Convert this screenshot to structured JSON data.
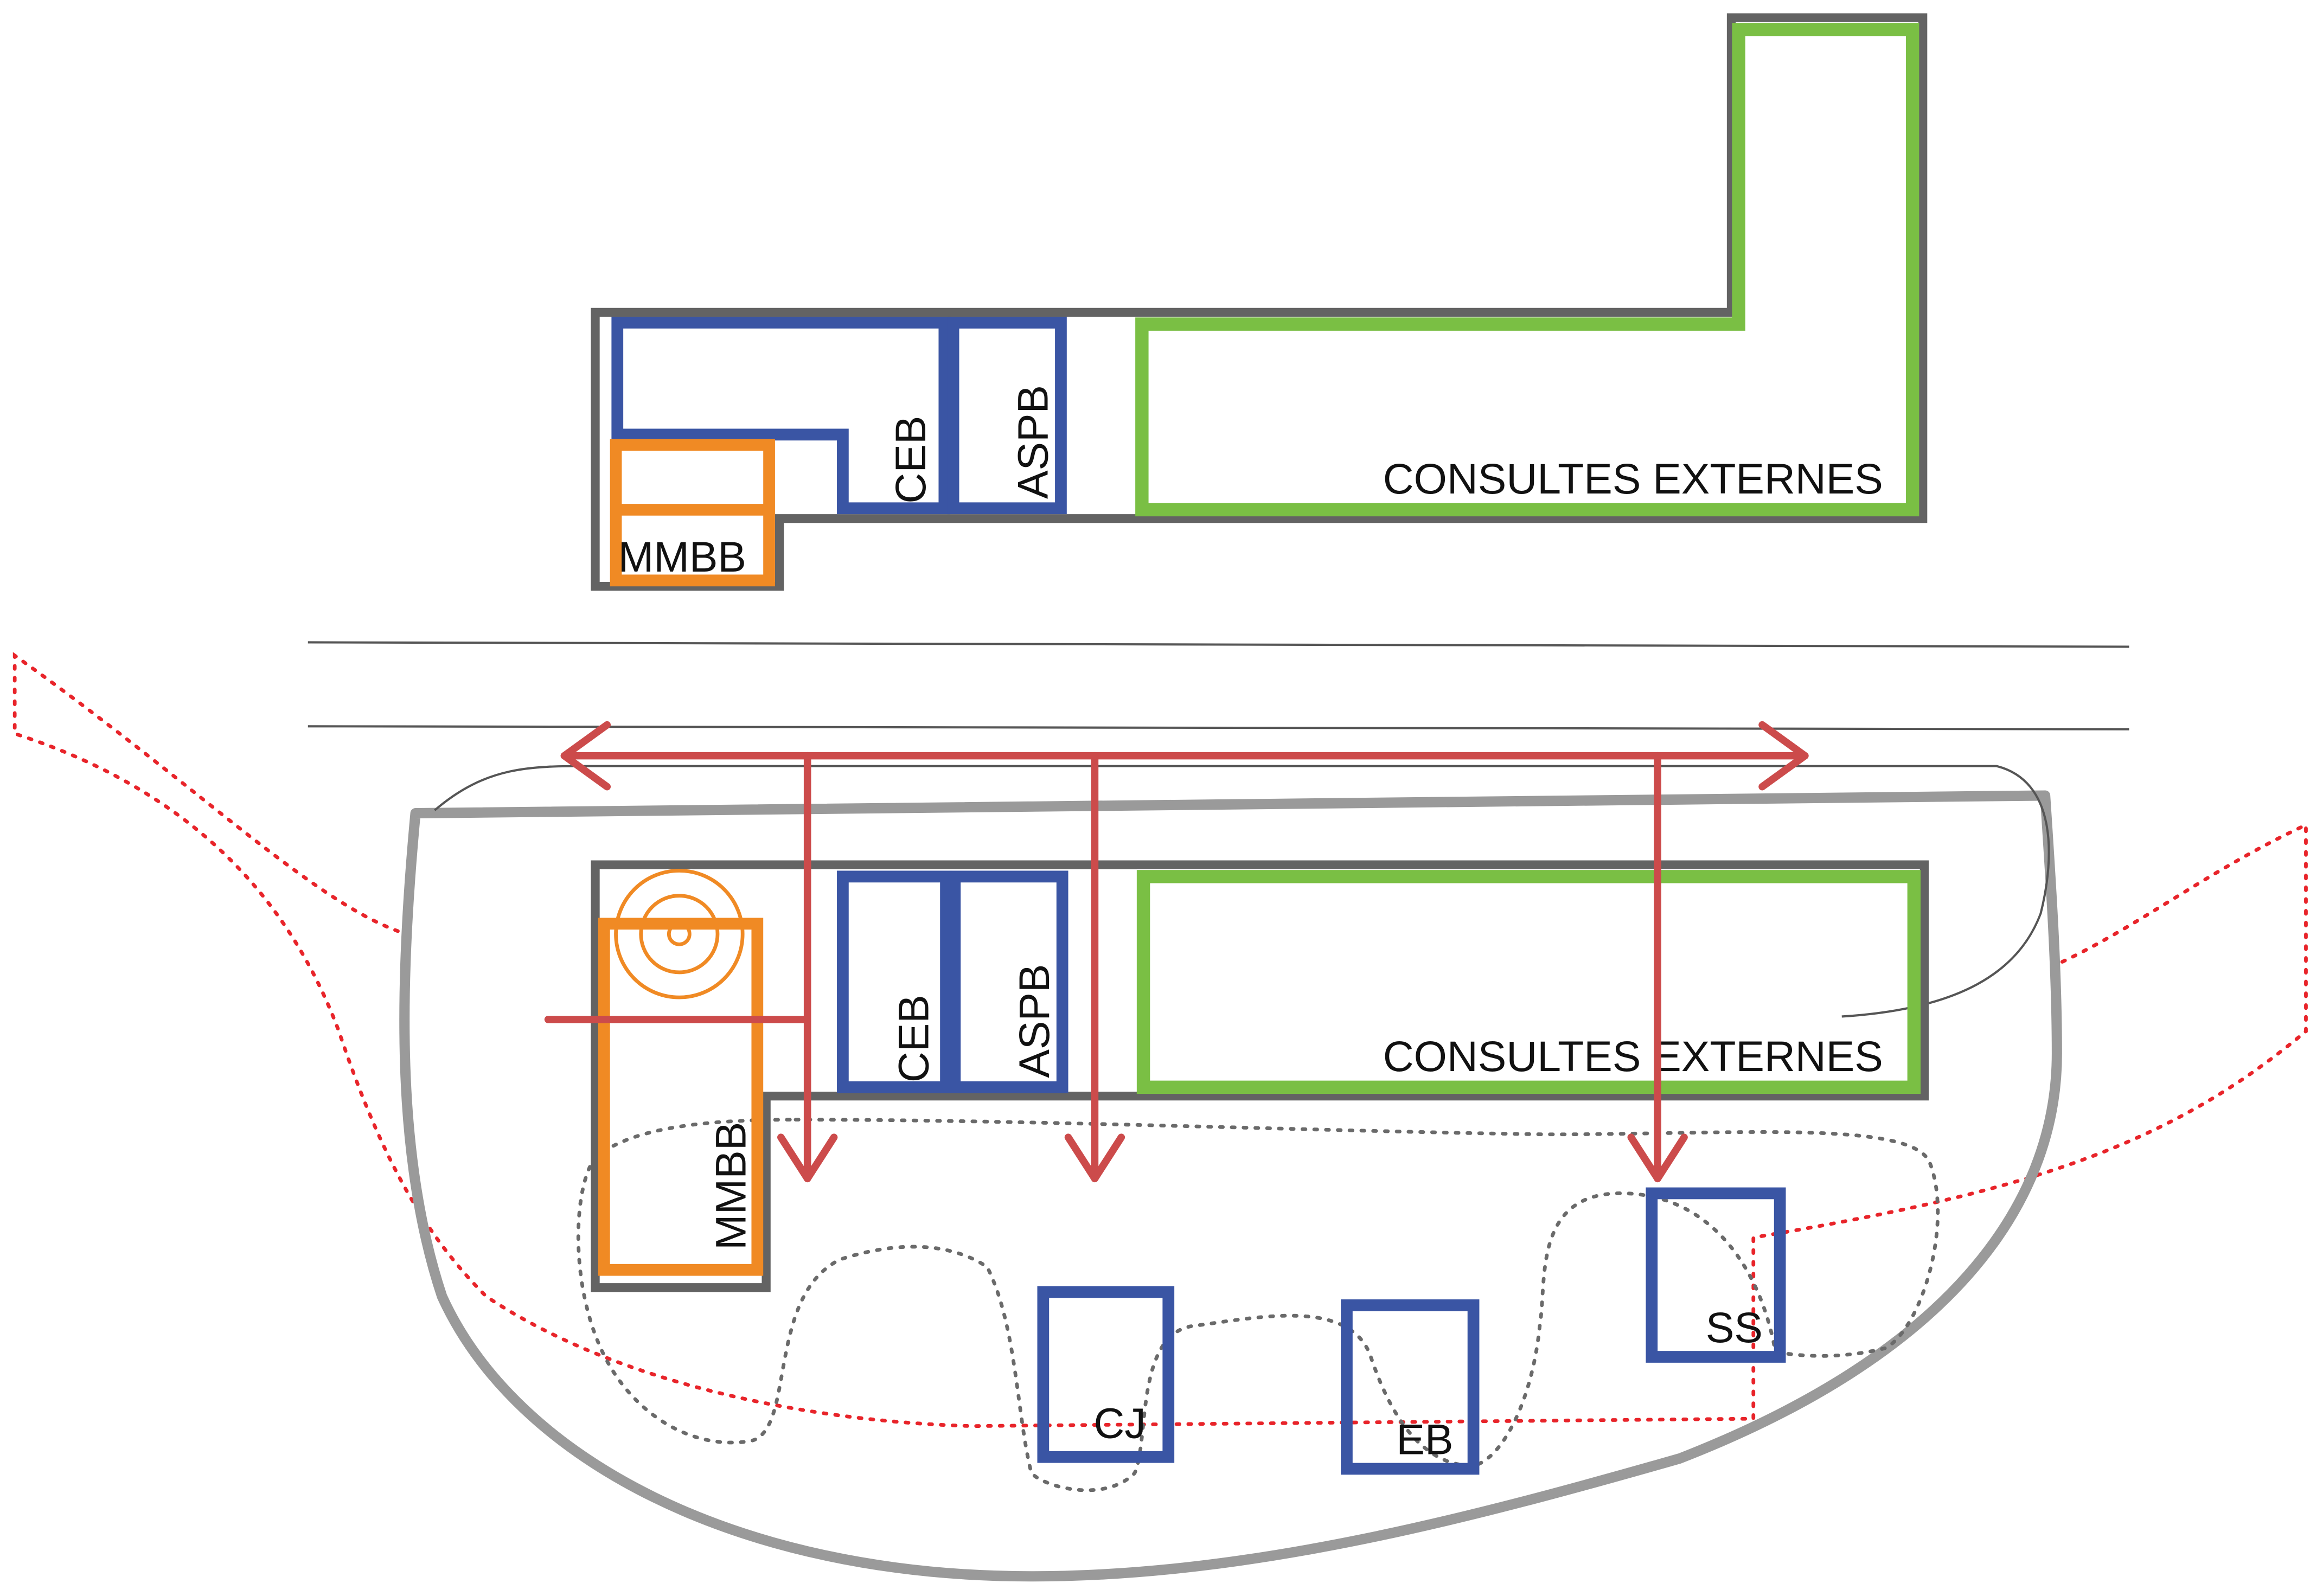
{
  "labels": {
    "top_mmbb": "MMBB",
    "top_ceb": "CEB",
    "top_aspb": "ASPB",
    "top_consultes": "CONSULTES EXTERNES",
    "bottom_mmbb": "MMBB",
    "bottom_ceb": "CEB",
    "bottom_aspb": "ASPB",
    "bottom_consultes": "CONSULTES EXTERNES",
    "cj": "CJ",
    "eb": "EB",
    "ss": "SS"
  },
  "colors": {
    "building_outline": "#636363",
    "blue_block": "#3a55a4",
    "orange_block": "#f08a24",
    "green_block": "#7abf44",
    "access_arrow": "#cc4b4b",
    "dotted_boundary": "#e8242a",
    "site_outline": "#9a9a9a",
    "park_dotted": "#6a6a6a",
    "road_line": "#555555"
  }
}
